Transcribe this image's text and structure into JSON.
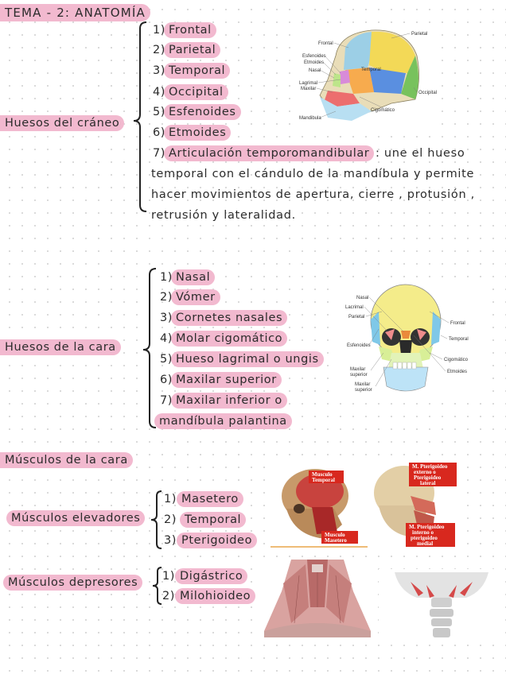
{
  "title": "TEMA - 2: ANATOMÍA",
  "craneo": {
    "heading": "Huesos del cráneo",
    "items": [
      {
        "num": "1)",
        "label": "Frontal"
      },
      {
        "num": "2)",
        "label": "Parietal"
      },
      {
        "num": "3)",
        "label": "Temporal"
      },
      {
        "num": "4)",
        "label": "Occipital"
      },
      {
        "num": "5)",
        "label": "Esfenoides"
      },
      {
        "num": "6)",
        "label": "Etmoides"
      }
    ],
    "item7": {
      "num": "7)",
      "label": "Articulación temporomandibular",
      "line1_rest": ": une el hueso",
      "line2": "temporal con el cándulo de la mandíbula y permite",
      "line3": "hacer movimientos de apertura, cierre , protusión ,",
      "line4": "retrusión y lateralidad."
    },
    "diagram_labels": {
      "frontal": "Frontal",
      "parietal": "Parietal",
      "esfenoides": "Esfenoides",
      "etmoides": "Etmoides",
      "nasal": "Nasal",
      "temporal": "Temporal",
      "lagrimal": "Lagrimal",
      "maxilar": "Maxilar",
      "occipital": "Occipital",
      "cigomatico": "Cigomático",
      "mandibula": "Mandibula"
    }
  },
  "cara": {
    "heading": "Huesos de la cara",
    "items": [
      {
        "num": "1)",
        "label": "Nasal"
      },
      {
        "num": "2)",
        "label": "Vómer"
      },
      {
        "num": "3)",
        "label": "Cornetes nasales"
      },
      {
        "num": "4)",
        "label": "Molar cigomático"
      },
      {
        "num": "5)",
        "label": "Hueso lagrimal o ungis"
      },
      {
        "num": "6)",
        "label": "Maxilar superior"
      },
      {
        "num": "7)",
        "label": "Maxilar inferior o"
      }
    ],
    "item7_line2": "mandíbula palantina",
    "diagram_labels": {
      "nasal": "Nasal",
      "lacrimal": "Lacrimal",
      "parietal": "Parietal",
      "frontal": "Frontal",
      "esfenoides": "Esfenoides",
      "temporal": "Temporal",
      "cigomatico": "Cigomático",
      "etmoides": "Etmoides",
      "maxilar_sup_1": "Maxilar",
      "maxilar_sup_2": "superior",
      "maxilar_sup2_1": "Maxilar",
      "maxilar_sup2_2": "superior"
    }
  },
  "musculos": {
    "heading": "Músculos de la cara",
    "elevadores": {
      "heading": "Músculos elevadores",
      "items": [
        {
          "num": "1)",
          "label": "Masetero"
        },
        {
          "num": "2)",
          "label": "Temporal"
        },
        {
          "num": "3)",
          "label": "Pterigoideo"
        }
      ]
    },
    "depresores": {
      "heading": "Músculos depresores",
      "items": [
        {
          "num": "1)",
          "label": "Digástrico"
        },
        {
          "num": "2)",
          "label": "Milohioideo"
        }
      ]
    },
    "photo_labels": {
      "temporal_1": "Musculo",
      "temporal_2": "Temporal",
      "masetero_1": "Musculo",
      "masetero_2": "Masetero",
      "ext_1": "M. Pterigoideo",
      "ext_2": "externo o",
      "ext_3": "Pterigoideo",
      "ext_4": "lateral",
      "int_1": "M. Pterigoideo",
      "int_2": "interno o",
      "int_3": "pterigoideo",
      "int_4": "medial"
    }
  },
  "colors": {
    "highlight": "#f2b9cf",
    "ink": "#2b2b2b"
  }
}
